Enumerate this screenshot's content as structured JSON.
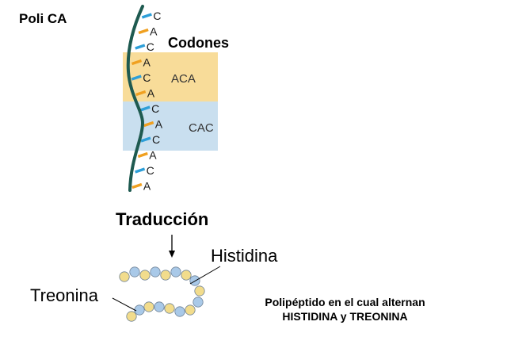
{
  "title": "Poli CA",
  "codons_heading": "Codones",
  "bases": [
    "C",
    "A",
    "C",
    "A",
    "C",
    "A",
    "C",
    "A",
    "C",
    "A",
    "C",
    "A"
  ],
  "codons": [
    {
      "label": "ACA",
      "color": "#f8dc99"
    },
    {
      "label": "CAC",
      "color": "#c9dfef"
    }
  ],
  "colors": {
    "strand": "#1e5a50",
    "base_A": "#f0a020",
    "base_C": "#2e9fd8",
    "bead_yellow": "#f2dc8c",
    "bead_blue": "#a9c9e8"
  },
  "process_label": "Traducción",
  "amino_acids": {
    "histidine": "Histidina",
    "threonine": "Treonina"
  },
  "description": {
    "line1": "Polipéptido en el cual alternan",
    "line2": "HISTIDINA y TREONINA"
  }
}
